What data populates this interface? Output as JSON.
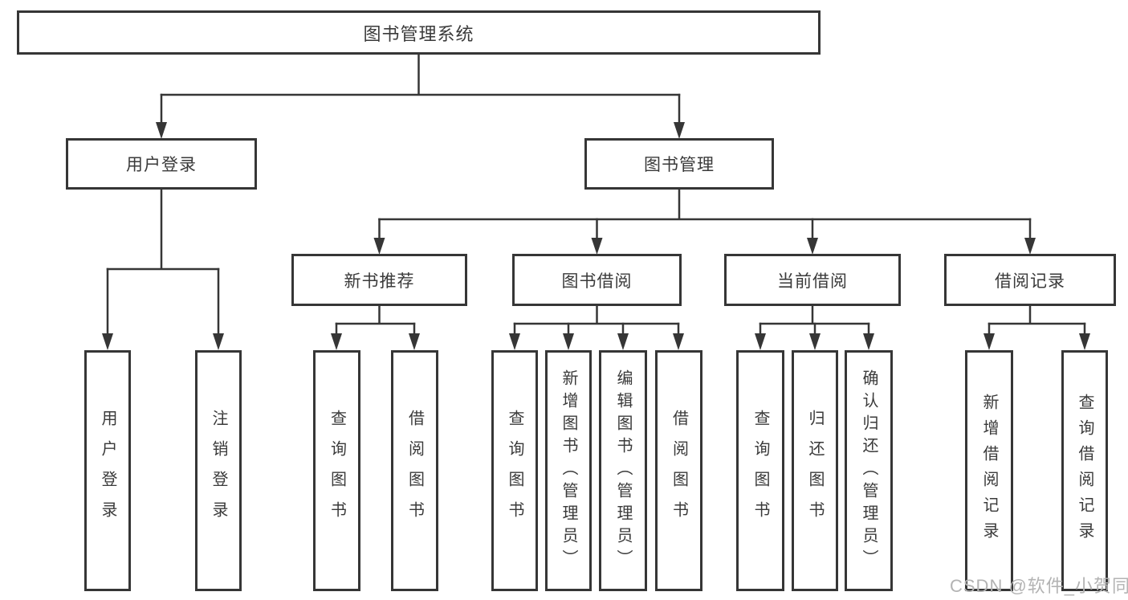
{
  "diagram": {
    "type": "hierarchy-tree",
    "root": {
      "label": "图书管理系统"
    },
    "branches": [
      {
        "label": "用户登录",
        "children": [
          {
            "label": "用户登录"
          },
          {
            "label": "注销登录"
          }
        ]
      },
      {
        "label": "图书管理",
        "children": [
          {
            "label": "新书推荐",
            "children": [
              {
                "label": "查询图书"
              },
              {
                "label": "借阅图书"
              }
            ]
          },
          {
            "label": "图书借阅",
            "children": [
              {
                "label": "查询图书"
              },
              {
                "label": "新增图书（管理员）"
              },
              {
                "label": "编辑图书（管理员）"
              },
              {
                "label": "借阅图书"
              }
            ]
          },
          {
            "label": "当前借阅",
            "children": [
              {
                "label": "查询图书"
              },
              {
                "label": "归还图书"
              },
              {
                "label": "确认归还（管理员）"
              }
            ]
          },
          {
            "label": "借阅记录",
            "children": [
              {
                "label": "新增借阅记录"
              },
              {
                "label": "查询借阅记录"
              }
            ]
          }
        ]
      }
    ]
  },
  "colors": {
    "line": "#363636",
    "box_border": "#363636",
    "text": "#3a3a3a",
    "background": "#ffffff",
    "watermark": "#b3b3b3"
  },
  "watermark": {
    "text": "CSDN @软件_小贺同学"
  }
}
